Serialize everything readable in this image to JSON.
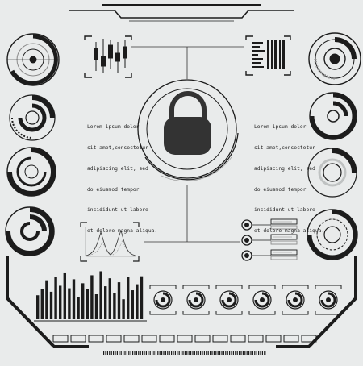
{
  "text_blocks": {
    "left": [
      "Lorem ipsum dolor",
      "sit amet,consectetur",
      "adipiscing elit, sed",
      "do eiusmod tempor",
      "incididunt ut labore",
      "et dolore magna aliqua."
    ],
    "right": [
      "Lorem ipsum dolor",
      "sit amet,consectetur",
      "adipiscing elit, sed",
      "do eiusmod tempor",
      "incididunt ut labore",
      "et dolore magna aliqua."
    ]
  },
  "equalizer": {
    "levels": [
      0.48,
      0.6,
      0.78,
      0.55,
      0.85,
      0.67,
      0.92,
      0.62,
      0.8,
      0.45,
      0.72,
      0.6,
      0.88,
      0.5,
      0.96,
      0.66,
      0.82,
      0.52,
      0.74,
      0.4,
      0.84,
      0.58,
      0.7,
      0.86
    ]
  },
  "colors": {
    "background": "#e9ebeb",
    "ink": "#1c1c1c",
    "mid": "#8a8a8a",
    "light": "#bfc2c2"
  },
  "icons": {
    "center": "padlock-icon",
    "top_left_widget": "candlestick-chart-icon",
    "top_right_widget": "barcode-icon",
    "mid_left_widget": "waveform-chart-icon",
    "mid_right_widget": "network-nodes-icon"
  }
}
